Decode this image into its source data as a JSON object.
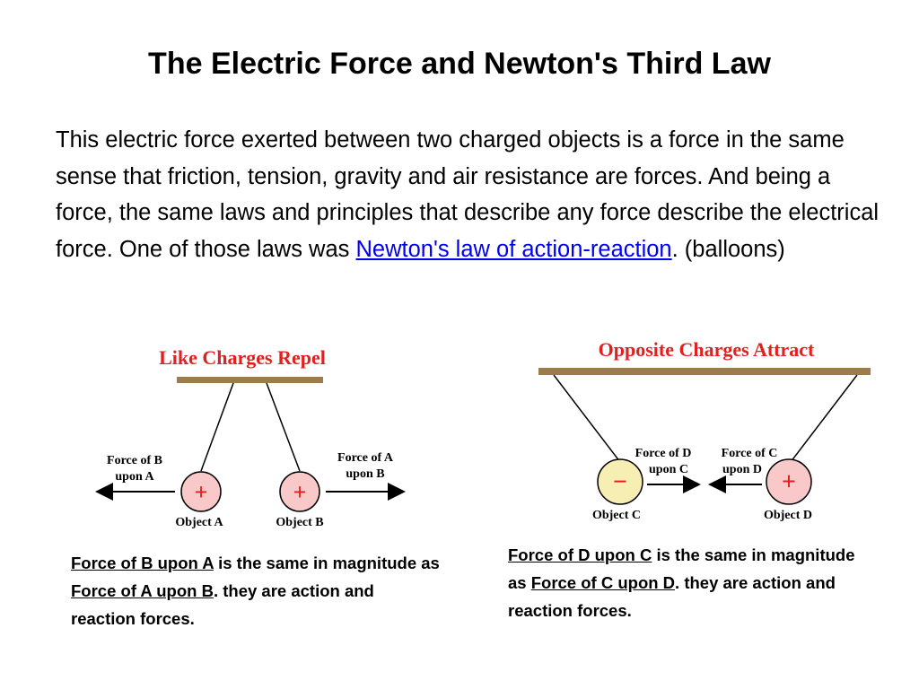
{
  "slide": {
    "title": "The Electric Force and Newton's Third Law",
    "paragraph_before_link": "This electric force exerted between two charged objects is a force in the same sense that friction, tension, gravity and air resistance are forces. And being a force, the same laws and principles that describe any force describe the electrical force. One of those laws was ",
    "link_text": "Newton's law of action-reaction",
    "paragraph_after_link": ". (balloons)"
  },
  "diagram_left": {
    "heading": "Like Charges Repel",
    "left_force_line1": "Force of B",
    "left_force_line2": "upon A",
    "right_force_line1": "Force of A",
    "right_force_line2": "upon B",
    "object_a_sign": "+",
    "object_b_sign": "+",
    "object_a_label": "Object A",
    "object_b_label": "Object B"
  },
  "diagram_right": {
    "heading": "Opposite Charges Attract",
    "left_force_line1": "Force of D",
    "left_force_line2": "upon C",
    "right_force_line1": "Force of C",
    "right_force_line2": "upon D",
    "object_c_sign": "−",
    "object_d_sign": "+",
    "object_c_label": "Object C",
    "object_d_label": "Object D"
  },
  "caption_left": {
    "term1": "Force of B upon A",
    "mid": " is the same in magnitude as ",
    "term2": "Force of A upon B",
    "end": ". they are action and reaction forces."
  },
  "caption_right": {
    "term1": "Force of D upon C",
    "mid": " is the same in magnitude as ",
    "term2": "Force of C upon D",
    "end": ". they are action and reaction forces."
  },
  "colors": {
    "heading_red": "#e31f1f",
    "bar_brown": "#9c7c4a",
    "positive_fill": "#f9c8c8",
    "negative_fill": "#f7eeb4",
    "sign_red": "#e02020",
    "link_blue": "#0000ee"
  }
}
